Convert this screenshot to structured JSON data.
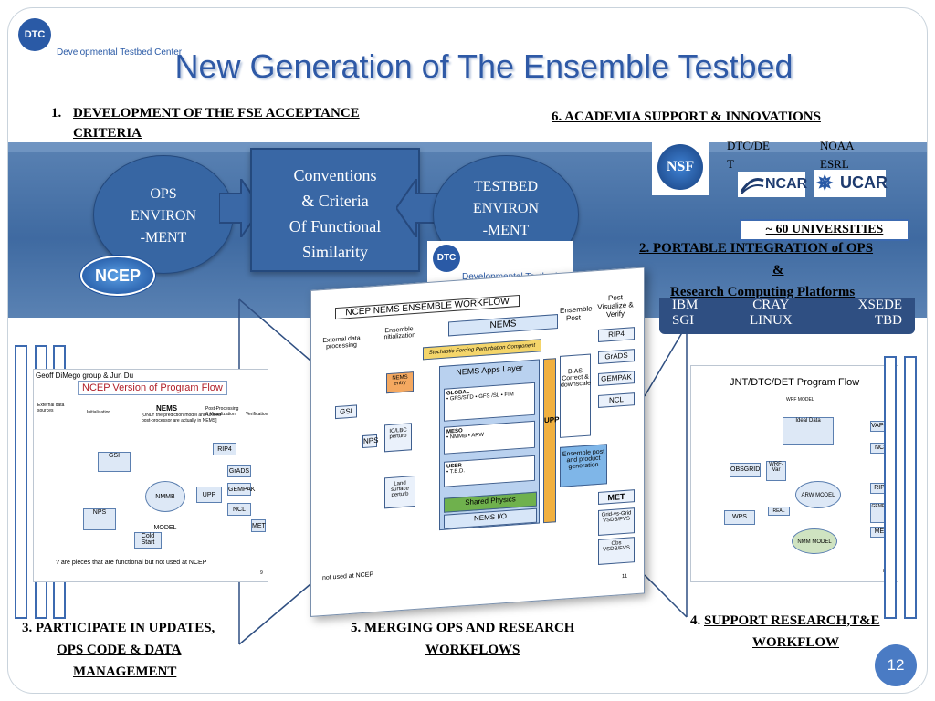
{
  "logo": {
    "abbr": "DTC",
    "name": "Developmental Testbed Center"
  },
  "title": "New Generation of The Ensemble Testbed",
  "headings": {
    "h1_num": "1.",
    "h1_line1": "DEVELOPMENT  OF THE FSE ACCEPTANCE",
    "h1_line2": "CRITERIA",
    "h6": "6. ACADEMIA  SUPPORT & INNOVATIONS",
    "h2_line1": "2. PORTABLE INTEGRATION of  OPS",
    "h2_line2": "&",
    "h2_line3": "Research Computing Platforms",
    "h3_num": "3.",
    "h3_line1": "PARTICIPATE IN UPDATES,",
    "h3_line2": "OPS CODE &  DATA",
    "h3_line3": "MANAGEMENT",
    "h4_num": "4.",
    "h4_line1": "SUPPORT RESEARCH,T&E",
    "h4_line2": "WORKFLOW",
    "h5_num": "5.",
    "h5_line1": "MERGING OPS AND RESEARCH",
    "h5_line2": "WORKFLOWS"
  },
  "concept": {
    "ops_line1": "OPS",
    "ops_line2": "ENVIRON",
    "ops_line3": "-MENT",
    "center_line1": "Conventions",
    "center_line2": "& Criteria",
    "center_line3": "Of Functional",
    "center_line4": "Similarity",
    "testbed_line1": "TESTBED",
    "testbed_line2": "ENVIRON",
    "testbed_line3": "-MENT",
    "ncep": "NCEP"
  },
  "partners": {
    "nsf": "NSF",
    "dtc_label_1": "DTC/DE",
    "dtc_label_2": "T",
    "noaa_1": "NOAA",
    "noaa_2": "ESRL",
    "ncar": "NCAR",
    "ucar": "UCAR",
    "universities": "~ 60  UNIVERSITIES"
  },
  "platforms": {
    "rows": [
      [
        "IBM",
        "CRAY",
        "XSEDE"
      ],
      [
        "SGI",
        "LINUX",
        "TBD"
      ]
    ]
  },
  "left_panel": {
    "credit": "Geoff DiMego group & Jun Du",
    "title": "NCEP Version of  Program Flow",
    "nems": "NEMS",
    "nems_note": "[ONLY the prediction model and unified post-processor are actually in NEMS]",
    "col_external": "External data sources",
    "col_init": "Initialization",
    "col_post": "Post-Processing & Visualization",
    "col_verif": "Verification",
    "gsi": "GSI",
    "nps": "NPS",
    "nmmb": "NMMB MODEL",
    "upp": "UPP",
    "rip4": "RIP4",
    "grads": "GrADS",
    "gempak": "GEMPAK",
    "ncl": "NCL",
    "met": "MET",
    "cold": "Cold Start",
    "footnote": "? are pieces that are functional but not used at NCEP",
    "page": "9"
  },
  "workflow": {
    "title": "NCEP NEMS ENSEMBLE WORKFLOW",
    "external": "External data processing",
    "ens_init": "Ensemble initialization",
    "nems": "NEMS",
    "ens_post": "Ensemble Post",
    "post_vis": "Post Visualize & Verify",
    "stoch": "Stochastic Forcing Perturbation Component",
    "apps": "NEMS Apps Layer",
    "global": "GLOBAL",
    "global_items": "• GFS/STD  • GFS /SL  • FIM",
    "meso": "MESO",
    "meso_items": "• NMMB  • ARW",
    "user": "USER",
    "user_items": "• T.B.D.",
    "shared": "Shared Physics",
    "nemsio": "NEMS I/O",
    "upp": "UPP",
    "bias": "BIAS Correct & downscale",
    "ens_gen": "Ensemble post and product generation",
    "rip4": "RIP4",
    "grads": "GrADS",
    "gempak": "GEMPAK",
    "ncl": "NCL",
    "met": "MET",
    "grid_obs": "Grid-vs-Grid VSDB/FVS",
    "obs": "Obs VSDB/FVS",
    "gsi": "GSI",
    "nps": "NPS",
    "ic": "IC/LBC perturb",
    "land": "Land surface perturb",
    "nems_entry": "NEMS entry",
    "not_used": "not used at NCEP",
    "page": "11"
  },
  "right_panel": {
    "title": "JNT/DTC/DET Program Flow",
    "wrf_model": "WRF MODEL",
    "ideal": "Ideal Data",
    "arw": "ARW MODEL",
    "nmm": "NMM MODEL",
    "wps": "WPS",
    "real": "REAL",
    "obsgrid": "OBSGRID",
    "wrfvar": "WRF-Var",
    "met": "MET",
    "ncl": "NCL",
    "rip4": "RIP4",
    "vapor": "VAPOR",
    "gempak": "GEMPAK",
    "page": "8"
  },
  "slide_number": "12"
}
